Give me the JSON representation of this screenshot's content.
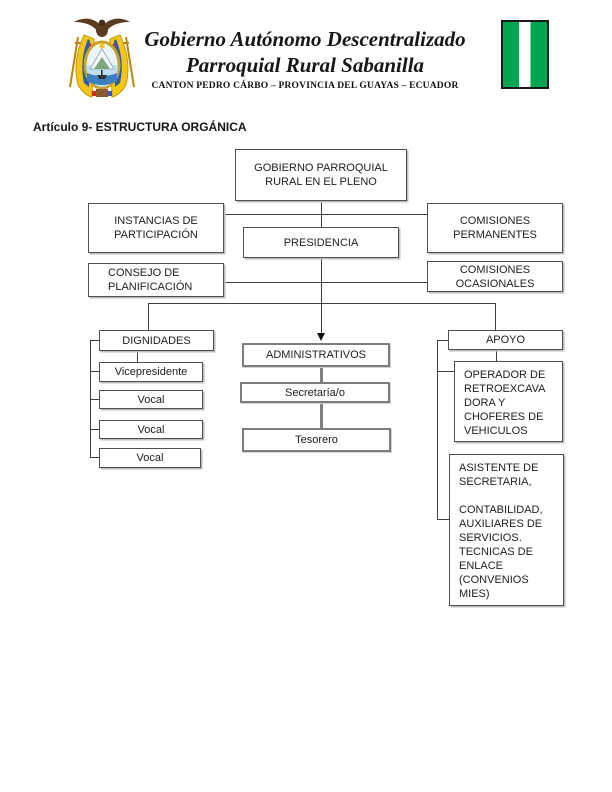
{
  "header": {
    "title_line1": "Gobierno Autónomo Descentralizado",
    "title_line2": "Parroquial Rural Sabanilla",
    "subtitle": "CANTON PEDRO CÁRBO – PROVINCIA DEL GUAYAS – ECUADOR",
    "coat_of_arms_icon": "ecuador-coat-of-arms",
    "flag_icon": "green-white-green-vertical-stripes-flag",
    "flag_colors": {
      "green": "#00A651",
      "white": "#FFFFFF",
      "border": "#1A1A1A"
    }
  },
  "article_heading": "Artículo 9- ESTRUCTURA ORGÁNICA",
  "org_chart": {
    "line_color": "#3F3F3F",
    "box_border_color": "#4F4F4F",
    "nodes": {
      "pleno": "GOBIERNO PARROQUIAL\nRURAL EN EL PLENO",
      "instancias": "INSTANCIAS DE\nPARTICIPACIÓN",
      "presidencia": "PRESIDENCIA",
      "comisiones_permanentes": "COMISIONES\nPERMANENTES",
      "consejo": "CONSEJO DE\nPLANIFICACIÓN",
      "comisiones_ocasionales": "COMISIONES\nOCASIONALES",
      "dignidades": "DIGNIDADES",
      "vicepresidente": "Vicepresidente",
      "vocal1": "Vocal",
      "vocal2": "Vocal",
      "vocal3": "Vocal",
      "administrativos": "ADMINISTRATIVOS",
      "secretaria": "Secretaría/o",
      "tesorero": "Tesorero",
      "apoyo": "APOYO",
      "operador": "OPERADOR DE\nRETROEXCAVA\nDORA Y\nCHOFERES DE\nVEHICULOS",
      "asistente": "ASISTENTE DE\nSECRETARIA,\n\nCONTABILIDAD,\nAUXILIARES DE\nSERVICIOS.\nTECNICAS DE\nENLACE\n(CONVENIOS\nMIES)"
    }
  }
}
